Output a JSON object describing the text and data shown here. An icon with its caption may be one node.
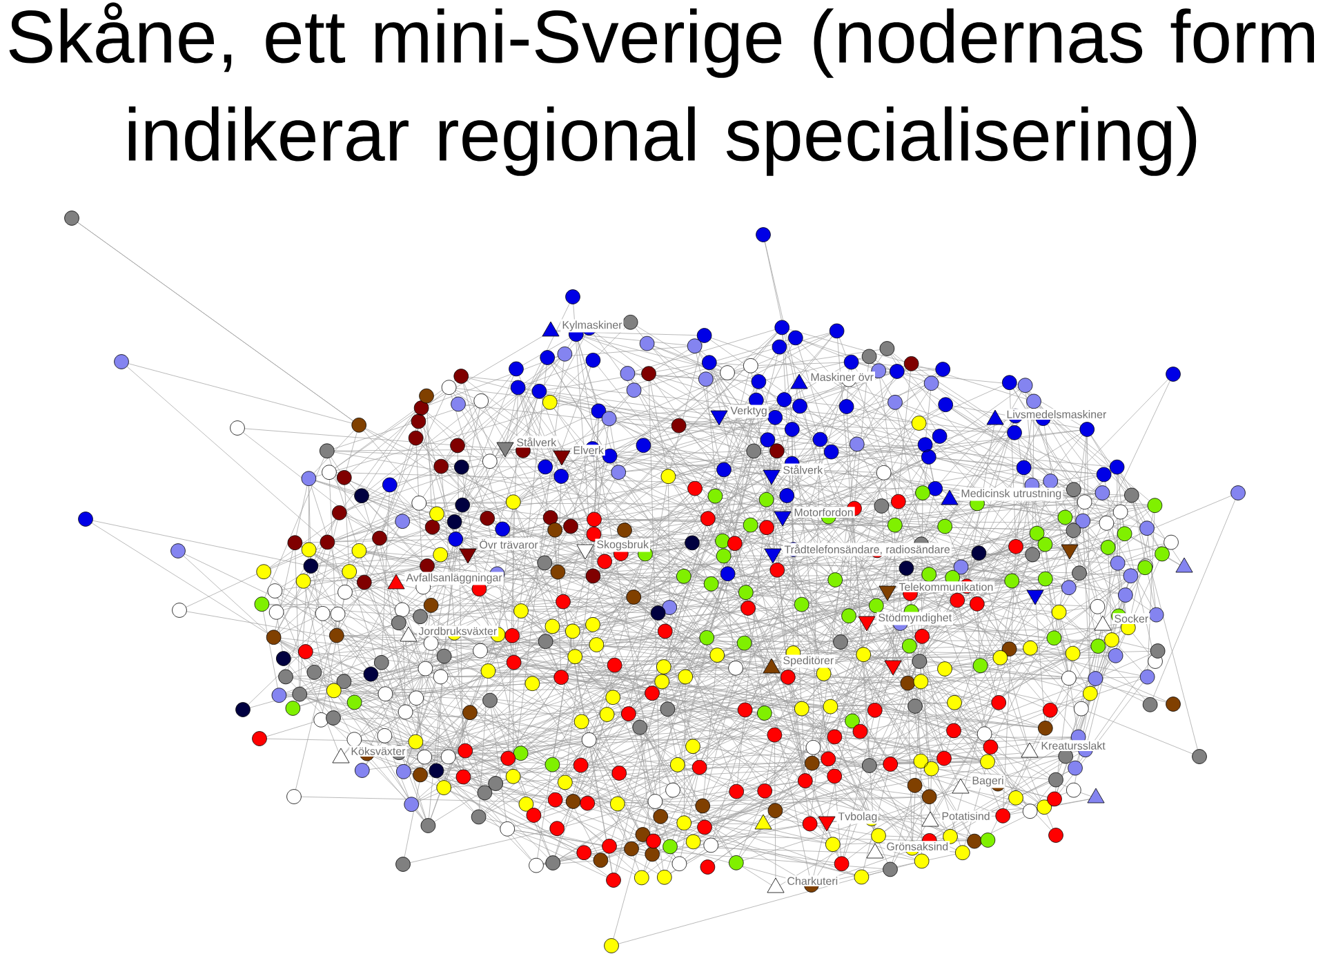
{
  "diagram": {
    "title": "Skåne, ett mini-Sverige (nodernas form indikerar regional specialisering)",
    "nodes": [
      {
        "text": [],
        "shape": "triangle",
        "beside": [
          "Kylmaskiner"
        ]
      },
      {
        "text": [],
        "shape": "triangle",
        "beside": [
          "Maskiner övr"
        ]
      },
      {
        "text": [],
        "shape": "triangle",
        "beside": [
          "Verktyg"
        ]
      },
      {
        "text": [],
        "shape": "triangle",
        "beside": [
          "Livsmedelsmaskiner"
        ]
      },
      {
        "text": [],
        "shape": "triangle",
        "beside": [
          "Stålverk"
        ]
      },
      {
        "text": [],
        "shape": "triangle",
        "beside": [
          "Elverk"
        ]
      },
      {
        "text": [],
        "shape": "triangle",
        "beside": [
          "Stålverk"
        ]
      },
      {
        "text": [],
        "shape": "triangle",
        "beside": [
          "Medicinsk utrustning"
        ]
      },
      {
        "text": [],
        "shape": "triangle",
        "beside": [
          "Motorfordon"
        ]
      },
      {
        "text": [],
        "shape": "triangle",
        "beside": [
          "Övr trävaror"
        ]
      },
      {
        "text": [],
        "shape": "triangle",
        "beside": [
          "Skogsbruk"
        ]
      },
      {
        "text": [],
        "shape": "triangle",
        "beside": [
          "Trådtelefonsändare, radiosändare"
        ]
      },
      {
        "text": [],
        "shape": "triangle"
      },
      {
        "text": [],
        "shape": "triangle"
      },
      {
        "text": [],
        "shape": "triangle",
        "beside": [
          "Avfallsanläggningar"
        ]
      },
      {
        "text": [],
        "shape": "triangle",
        "beside": [
          "Telekommunikation"
        ]
      },
      {
        "text": [],
        "shape": "triangle"
      },
      {
        "text": [],
        "shape": "triangle",
        "beside": [
          "Stödmyndighet"
        ]
      },
      {
        "text": [],
        "shape": "triangle",
        "beside": [
          "Socker"
        ]
      },
      {
        "text": [],
        "shape": "triangle",
        "beside": [
          "Jordbruksväxter"
        ]
      },
      {
        "text": [],
        "shape": "triangle",
        "beside": [
          "Speditörer"
        ]
      },
      {
        "text": [],
        "shape": "triangle"
      },
      {
        "text": [],
        "shape": "triangle",
        "beside": [
          "Kreatursslakt"
        ]
      },
      {
        "text": [],
        "shape": "triangle",
        "beside": [
          "Köksväxter"
        ]
      },
      {
        "text": [],
        "shape": "triangle",
        "beside": [
          "Bageri"
        ]
      },
      {
        "text": [],
        "shape": "triangle"
      },
      {
        "text": [],
        "shape": "triangle"
      },
      {
        "text": [],
        "shape": "triangle",
        "beside": [
          "Tvbolag"
        ]
      },
      {
        "text": [],
        "shape": "triangle",
        "beside": [
          "Potatisind"
        ]
      },
      {
        "text": [],
        "shape": "triangle",
        "beside": [
          "Grönsaksind"
        ]
      },
      {
        "text": [],
        "shape": "triangle",
        "beside": [
          "Charkuteri"
        ]
      }
    ]
  }
}
